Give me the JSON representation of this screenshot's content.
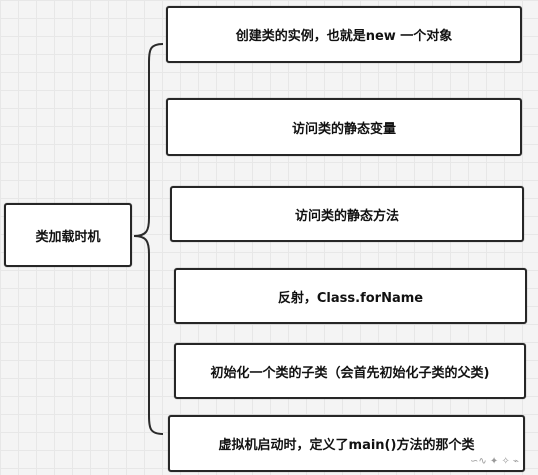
{
  "root": {
    "label": "类加载时机"
  },
  "children": [
    {
      "label": "创建类的实例，也就是new 一个对象"
    },
    {
      "label": "访问类的静态变量"
    },
    {
      "label": "访问类的静态方法"
    },
    {
      "label": "反射，Class.forName"
    },
    {
      "label": "初始化一个类的子类（会首先初始化子类的父类)"
    },
    {
      "label": "虚拟机启动时，定义了main()方法的那个类"
    }
  ],
  "watermark": "∽∿ ✦ ✧ ⌁"
}
